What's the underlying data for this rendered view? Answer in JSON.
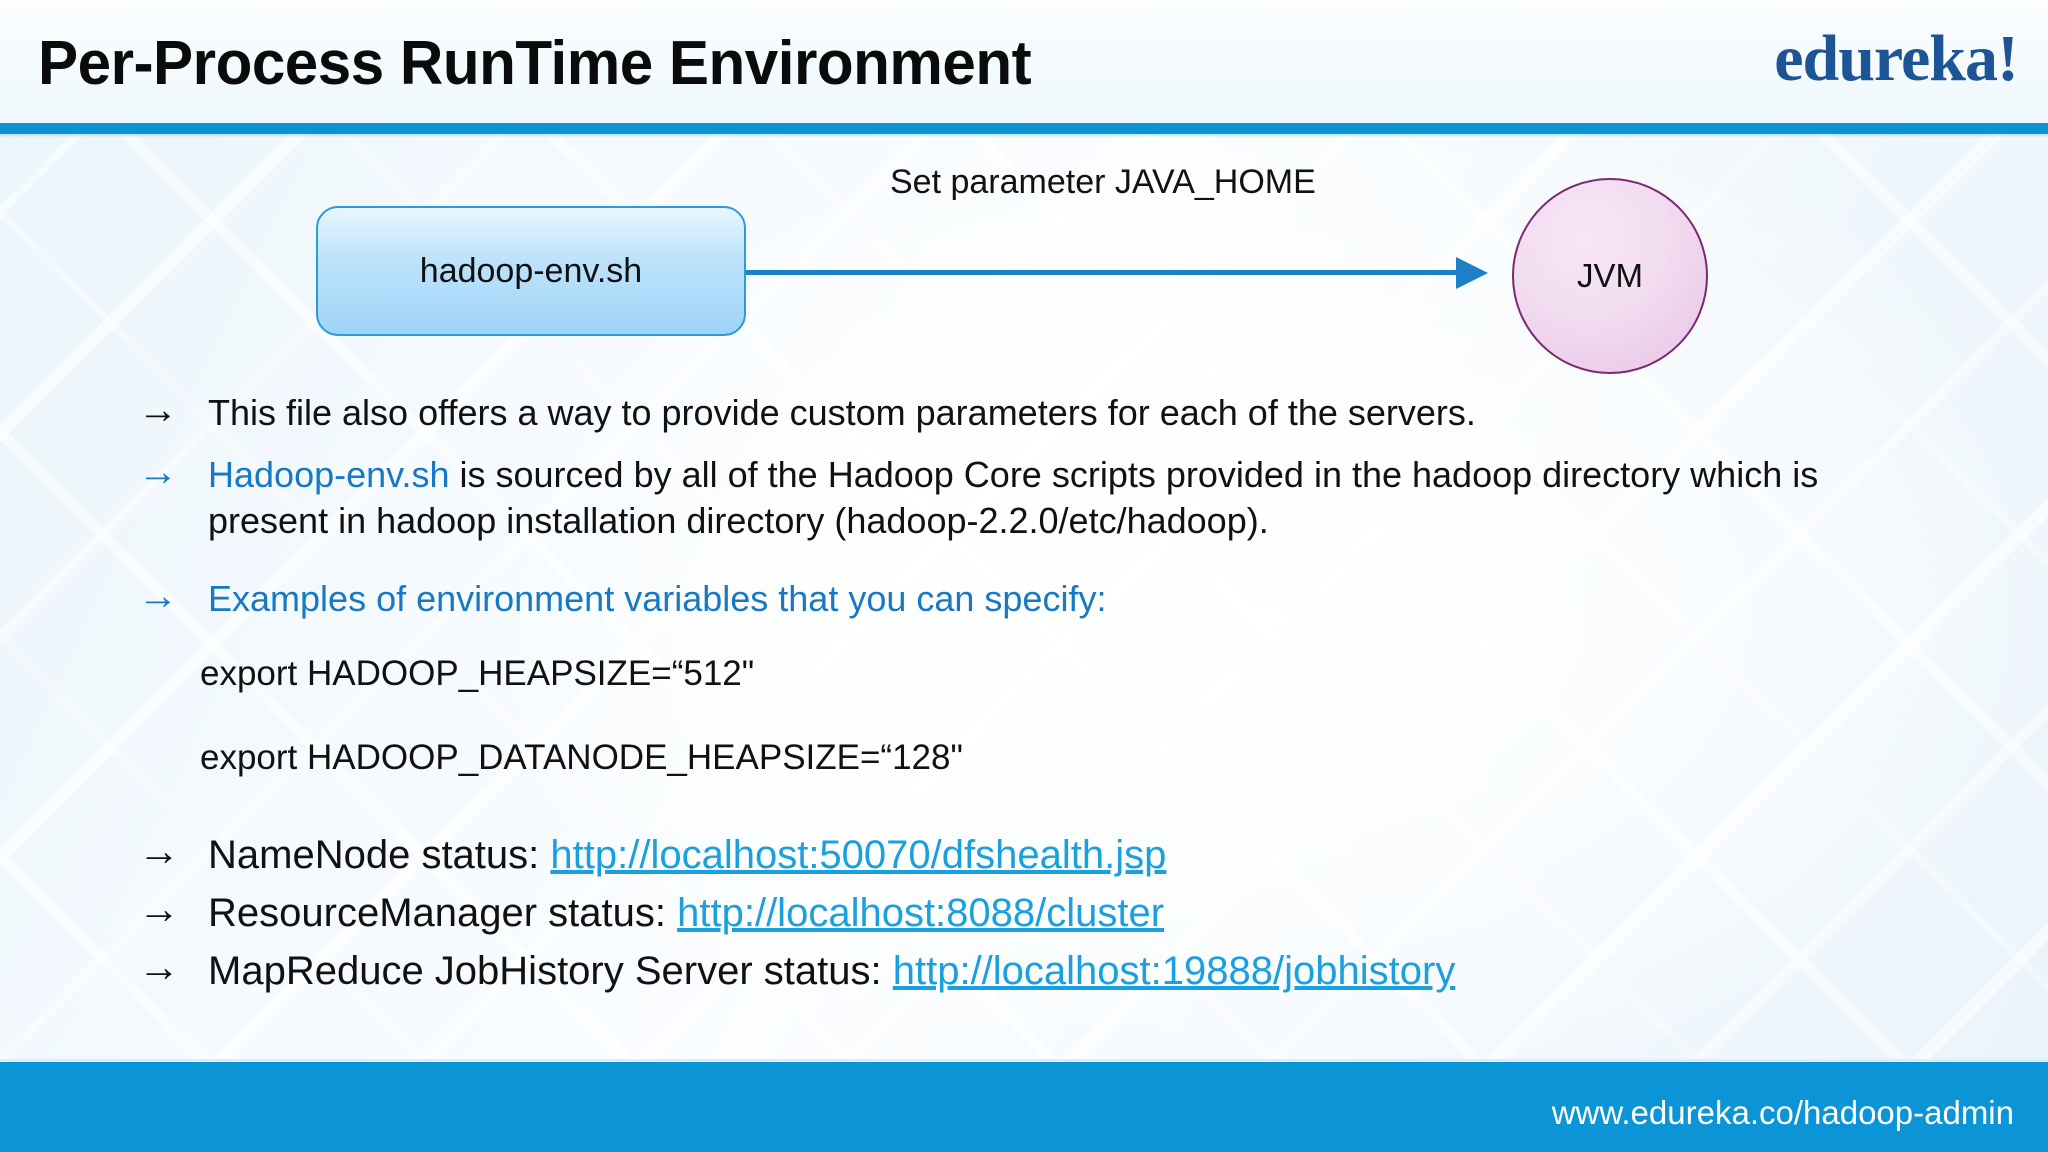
{
  "header": {
    "title": "Per-Process RunTime Environment",
    "brand": "edureka!",
    "brand_color": "#1d5496",
    "rule_color": "#0b92d4"
  },
  "diagram": {
    "box_label": "hadoop-env.sh",
    "box_border_color": "#2e9ad6",
    "arrow_label": "Set parameter JAVA_HOME",
    "arrow_color": "#1b80c6",
    "circle_label": "JVM",
    "circle_border_color": "#7b2a72"
  },
  "content": {
    "arrow_glyph": "→",
    "accent_blue": "#1779c4",
    "link_blue": "#1ba0dd",
    "bullets": [
      {
        "marker_color": "black",
        "text": "This file also offers a way to provide custom parameters for each of the servers."
      },
      {
        "marker_color": "blue",
        "lead": "Hadoop-env.sh",
        "text": " is sourced by all of the Hadoop Core scripts provided in the hadoop directory which is present in hadoop installation directory (hadoop-2.2.0/etc/hadoop)."
      },
      {
        "marker_color": "blue",
        "text": "Examples of environment variables that you can specify:"
      }
    ],
    "code_lines": [
      "export HADOOP_HEAPSIZE=“512\"",
      "export HADOOP_DATANODE_HEAPSIZE=“128\""
    ],
    "links": [
      {
        "label": "NameNode status: ",
        "url": "http://localhost:50070/dfshealth.jsp"
      },
      {
        "label": "ResourceManager status: ",
        "url": "http://localhost:8088/cluster"
      },
      {
        "label": "MapReduce JobHistory Server status: ",
        "url": "http://localhost:19888/jobhistory"
      }
    ]
  },
  "footer": {
    "url": "www.edureka.co/hadoop-admin",
    "bar_color": "#0b95d6"
  }
}
